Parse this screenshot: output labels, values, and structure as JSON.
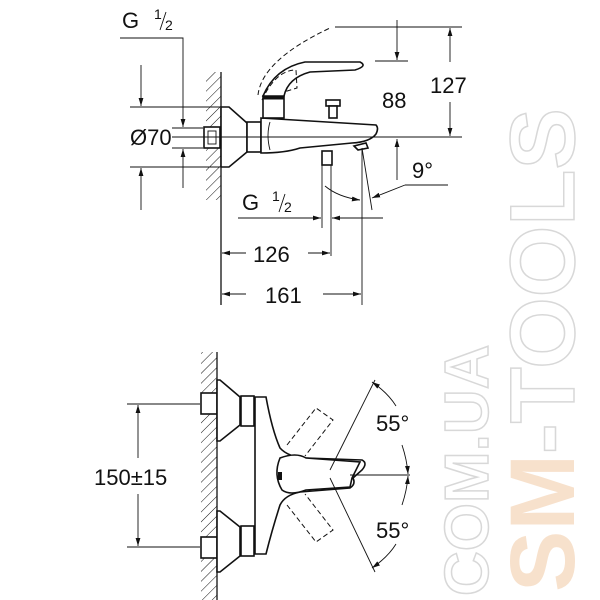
{
  "top_view": {
    "thread_top": {
      "main": "G",
      "fraction_num": "1",
      "fraction_den": "2"
    },
    "diameter": "Ø70",
    "height_handle": "88",
    "height_total": "127",
    "spout_angle": "9°",
    "thread_bottom": {
      "main": "G",
      "fraction_num": "1",
      "fraction_den": "2"
    },
    "dist_outlet": "126",
    "dist_spout": "161"
  },
  "front_view": {
    "inlet_spacing": "150±15",
    "angle_up": "55°",
    "angle_down": "55°"
  },
  "watermark": {
    "brand": "SM",
    "brand_rest": "-TOOLS",
    "domain": "COM.UA"
  }
}
